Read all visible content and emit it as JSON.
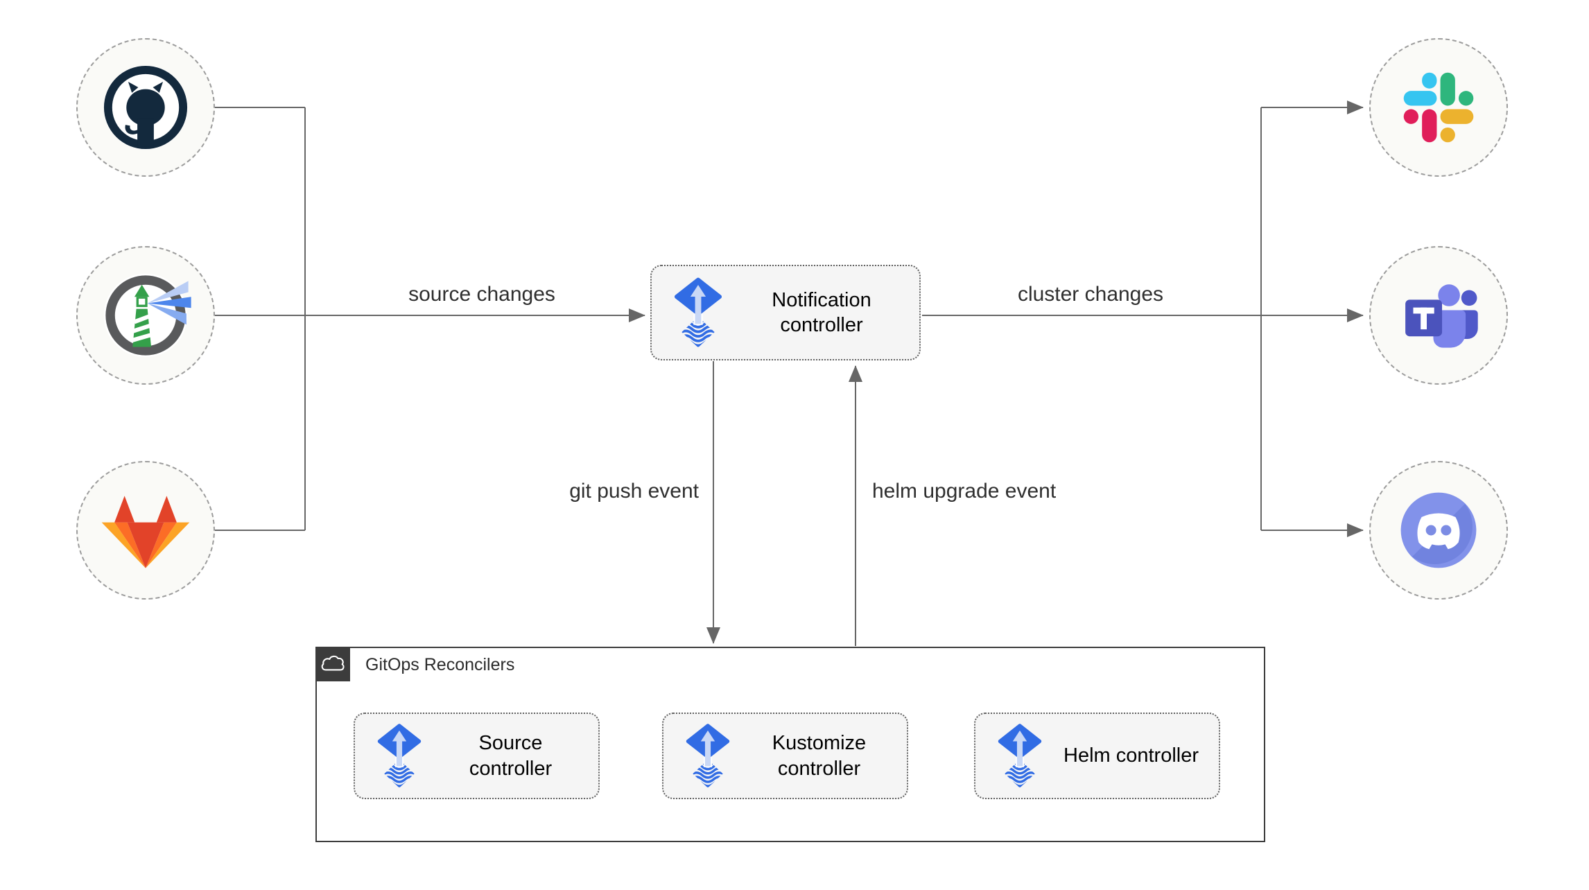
{
  "diagram": {
    "sources": [
      {
        "name": "GitHub",
        "icon": "github-icon"
      },
      {
        "name": "Harbor",
        "icon": "harbor-icon"
      },
      {
        "name": "GitLab",
        "icon": "gitlab-icon"
      }
    ],
    "targets": [
      {
        "name": "Slack",
        "icon": "slack-icon"
      },
      {
        "name": "Microsoft Teams",
        "icon": "teams-icon"
      },
      {
        "name": "Discord",
        "icon": "discord-icon"
      }
    ],
    "notification_controller": {
      "label": "Notification controller"
    },
    "reconcilers": {
      "title": "GitOps Reconcilers",
      "items": [
        {
          "label": "Source controller"
        },
        {
          "label": "Kustomize controller"
        },
        {
          "label": "Helm controller"
        }
      ]
    },
    "edges": [
      {
        "from": "sources",
        "to": "notification-controller",
        "label": "source changes"
      },
      {
        "from": "notification-controller",
        "to": "targets",
        "label": "cluster changes"
      },
      {
        "from": "notification-controller",
        "to": "gitops-reconcilers",
        "label": "git push event"
      },
      {
        "from": "gitops-reconcilers",
        "to": "notification-controller",
        "label": "helm upgrade event"
      },
      {
        "from": "source-controller",
        "to": "kustomize-controller",
        "label": ""
      },
      {
        "from": "kustomize-controller",
        "to": "helm-controller",
        "label": ""
      }
    ],
    "colors": {
      "edge": "#666666",
      "box_fill": "#F5F5F5",
      "box_border": "#616161",
      "container_border": "#3C3C3C",
      "badge_bg": "#3C3C3C",
      "flux_blue": "#316CE4",
      "flux_arrow_light": "#C9D8F6",
      "github_dark": "#13293D",
      "harbor_gray": "#595A5C",
      "harbor_green": "#34A04A",
      "harbor_beam_blue": "#4D86EC",
      "gitlab_red": "#E24329",
      "gitlab_orange": "#FC6D26",
      "gitlab_amber": "#FCA326",
      "slack_blue": "#36C5F0",
      "slack_green": "#2EB67D",
      "slack_yellow": "#ECB22E",
      "slack_red": "#E01E5A",
      "teams_purple_dark": "#4B53BC",
      "teams_purple": "#7B83EB",
      "teams_indigo": "#5059C9",
      "discord_blurple": "#7C8CE4"
    }
  }
}
